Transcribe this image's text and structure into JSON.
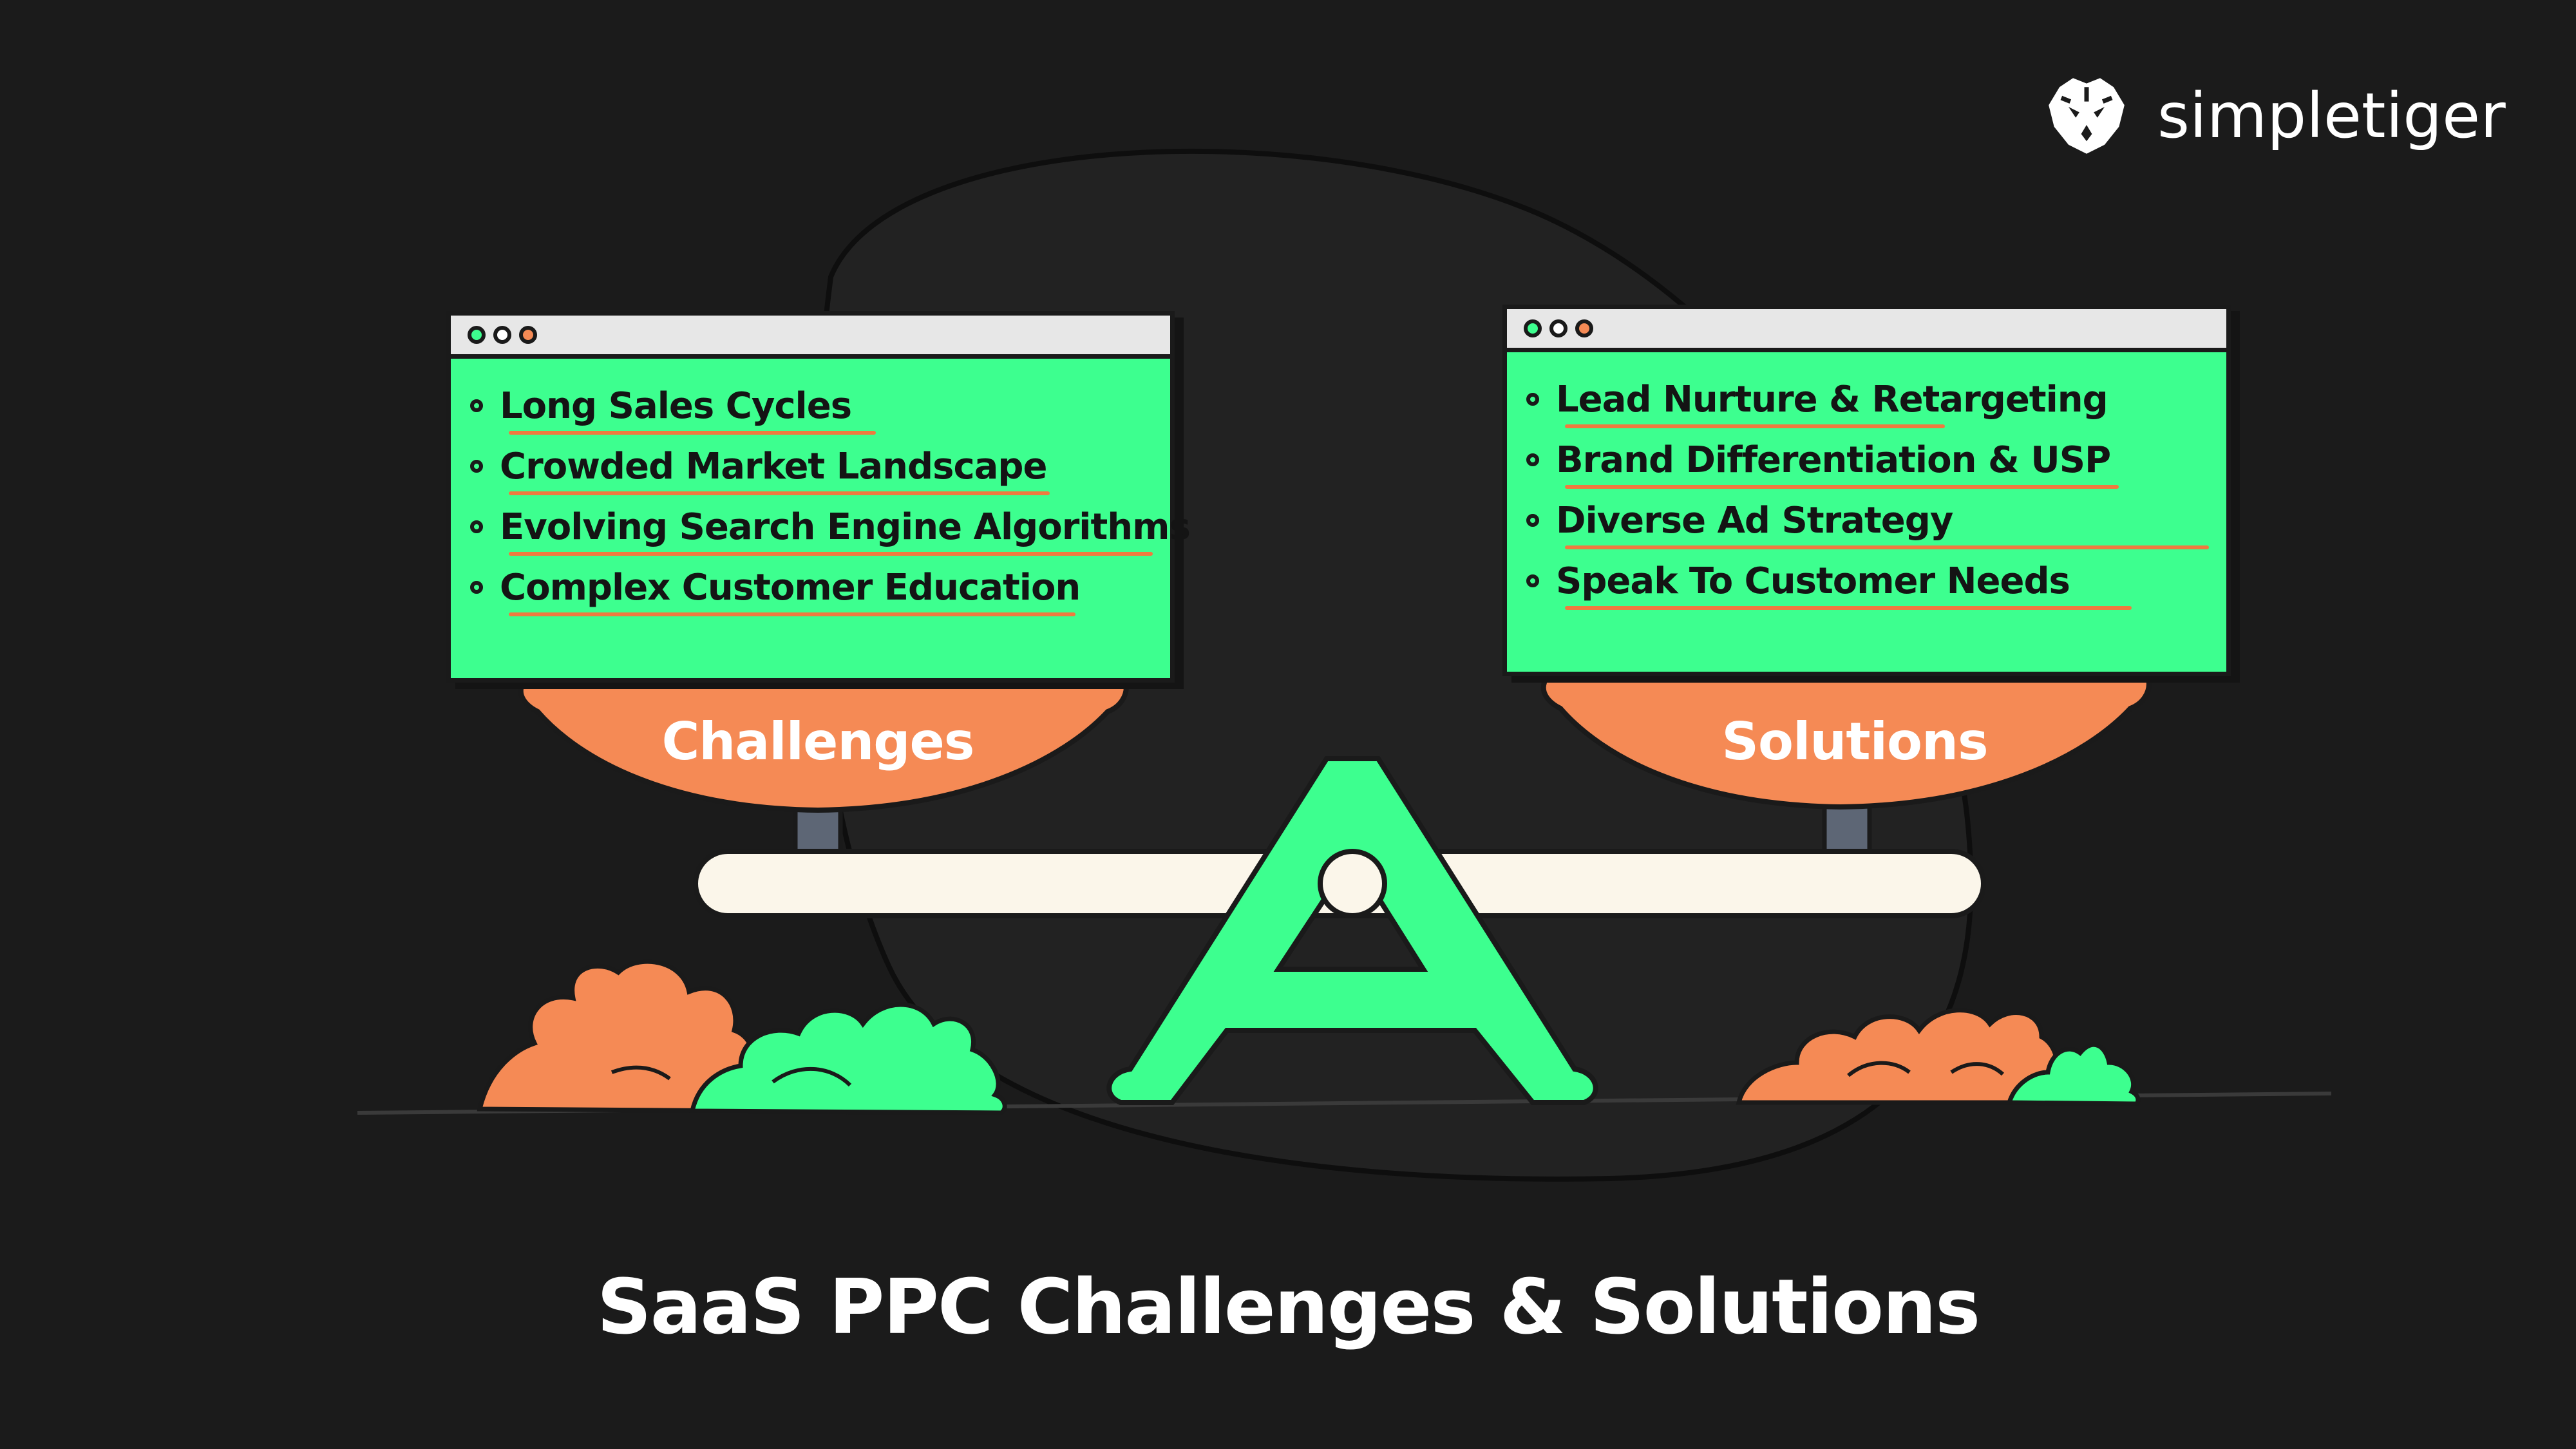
{
  "brand": {
    "name": "simpletiger"
  },
  "challenges": {
    "label": "Challenges",
    "items": [
      "Long Sales Cycles",
      "Crowded Market Landscape",
      "Evolving Search Engine Algorithms",
      "Complex Customer Education"
    ]
  },
  "solutions": {
    "label": "Solutions",
    "items": [
      "Lead Nurture & Retargeting",
      "Brand Differentiation & USP",
      "Diverse Ad Strategy",
      "Speak To Customer Needs"
    ]
  },
  "footer": {
    "title": "SaaS PPC Challenges & Solutions"
  },
  "colors": {
    "background": "#1b1b1b",
    "green": "#3dff8f",
    "orange": "#f58a55",
    "beam": "#fbf6ea",
    "outline": "#1a1a1a",
    "post": "#5d6675"
  }
}
